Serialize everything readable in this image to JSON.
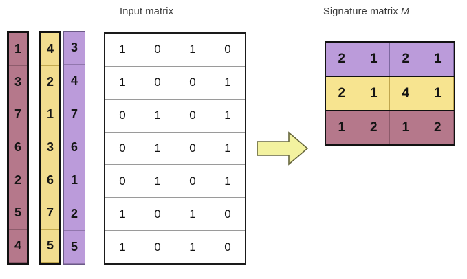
{
  "figure": {
    "background_color": "#ffffff",
    "input_title": "Input matrix",
    "signature_title_prefix": "Signature matrix",
    "signature_title_symbol": "M"
  },
  "permutation_columns": [
    {
      "name": "rose-permutation",
      "color": "#b5788b",
      "values": [
        "1",
        "3",
        "7",
        "6",
        "2",
        "5",
        "4"
      ]
    },
    {
      "name": "yellow-permutation",
      "color": "#f2dd8f",
      "values": [
        "4",
        "2",
        "1",
        "3",
        "6",
        "7",
        "5"
      ]
    },
    {
      "name": "purple-permutation",
      "color": "#bb9bda",
      "values": [
        "3",
        "4",
        "7",
        "6",
        "1",
        "2",
        "5"
      ]
    }
  ],
  "input_matrix": {
    "rows": [
      [
        "1",
        "0",
        "1",
        "0"
      ],
      [
        "1",
        "0",
        "0",
        "1"
      ],
      [
        "0",
        "1",
        "0",
        "1"
      ],
      [
        "0",
        "1",
        "0",
        "1"
      ],
      [
        "0",
        "1",
        "0",
        "1"
      ],
      [
        "1",
        "0",
        "1",
        "0"
      ],
      [
        "1",
        "0",
        "1",
        "0"
      ]
    ]
  },
  "arrow": {
    "name": "right-arrow-icon",
    "fill": "#f3f2a0",
    "stroke": "#66663d"
  },
  "signature_matrix": {
    "rows": [
      {
        "color_name": "purple",
        "color": "#bb9bda",
        "values": [
          "2",
          "1",
          "2",
          "1"
        ]
      },
      {
        "color_name": "yellow",
        "color": "#f7e490",
        "values": [
          "2",
          "1",
          "4",
          "1"
        ]
      },
      {
        "color_name": "rose",
        "color": "#b5788b",
        "values": [
          "1",
          "2",
          "1",
          "2"
        ]
      }
    ]
  },
  "chart_data": {
    "type": "table",
    "title": "Minhashing: input matrix with permutations to signature matrix",
    "panels": [
      {
        "name": "permutation-columns",
        "type": "table",
        "columns": [
          "rose",
          "yellow",
          "purple"
        ],
        "values": [
          [
            "1",
            "4",
            "3"
          ],
          [
            "3",
            "2",
            "4"
          ],
          [
            "7",
            "1",
            "7"
          ],
          [
            "6",
            "3",
            "6"
          ],
          [
            "2",
            "6",
            "1"
          ],
          [
            "5",
            "7",
            "2"
          ],
          [
            "4",
            "5",
            "5"
          ]
        ]
      },
      {
        "name": "input-matrix",
        "type": "table",
        "title": "Input matrix",
        "values": [
          [
            "1",
            "0",
            "1",
            "0"
          ],
          [
            "1",
            "0",
            "0",
            "1"
          ],
          [
            "0",
            "1",
            "0",
            "1"
          ],
          [
            "0",
            "1",
            "0",
            "1"
          ],
          [
            "0",
            "1",
            "0",
            "1"
          ],
          [
            "1",
            "0",
            "1",
            "0"
          ],
          [
            "1",
            "0",
            "1",
            "0"
          ]
        ]
      },
      {
        "name": "signature-matrix",
        "type": "table",
        "title": "Signature matrix M",
        "row_labels": [
          "purple",
          "yellow",
          "rose"
        ],
        "values": [
          [
            "2",
            "1",
            "2",
            "1"
          ],
          [
            "2",
            "1",
            "4",
            "1"
          ],
          [
            "1",
            "2",
            "1",
            "2"
          ]
        ]
      }
    ]
  }
}
